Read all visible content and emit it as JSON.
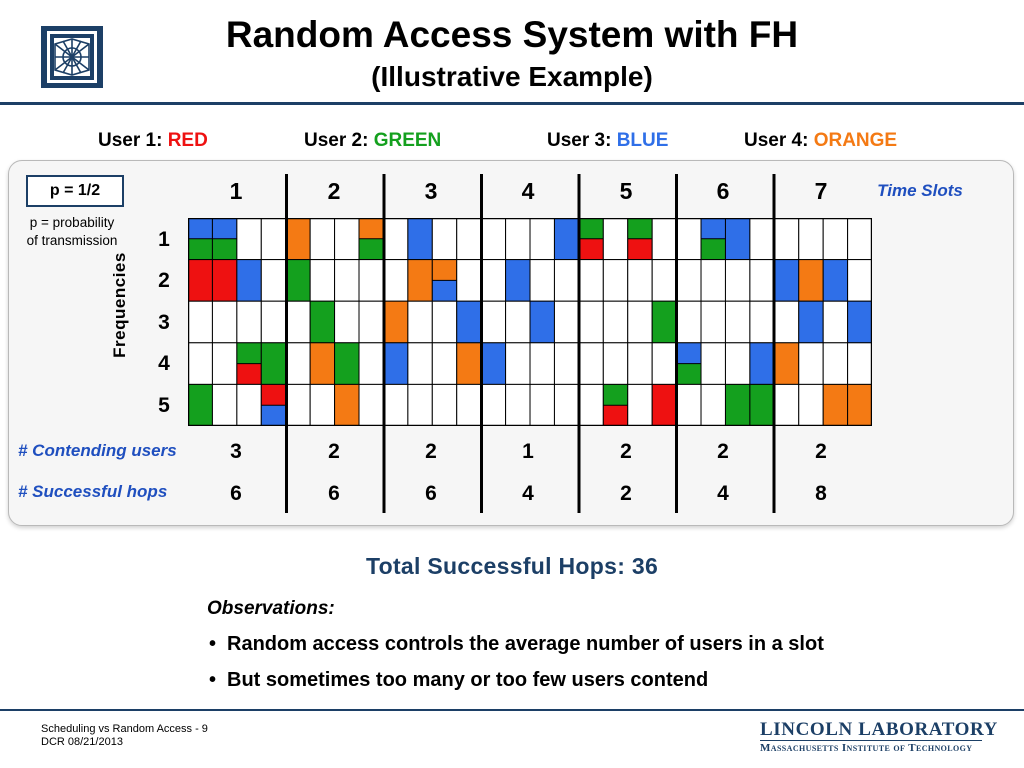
{
  "header": {
    "title": "Random Access System with FH",
    "subtitle": "(Illustrative Example)"
  },
  "legend": [
    {
      "prefix": "User 1: ",
      "name": "RED",
      "color": "#ee1111"
    },
    {
      "prefix": "User 2: ",
      "name": "GREEN",
      "color": "#14a01e"
    },
    {
      "prefix": "User 3: ",
      "name": "BLUE",
      "color": "#2f6fe8"
    },
    {
      "prefix": "User 4: ",
      "name": "ORANGE",
      "color": "#f47a14"
    }
  ],
  "panel": {
    "p_label": "p = 1/2",
    "p_desc_line1": "p = probability",
    "p_desc_line2": "of transmission",
    "freq_axis_label": "Frequencies",
    "time_axis_label": "Time Slots",
    "slots": [
      "1",
      "2",
      "3",
      "4",
      "5",
      "6",
      "7"
    ],
    "frequencies": [
      "1",
      "2",
      "3",
      "4",
      "5"
    ],
    "contending_label": "# Contending users",
    "contending": [
      "3",
      "2",
      "2",
      "1",
      "2",
      "2",
      "2"
    ],
    "successful_label": "# Successful hops",
    "successful": [
      "6",
      "6",
      "6",
      "4",
      "2",
      "4",
      "8"
    ]
  },
  "grid": {
    "columns": 28,
    "rows": 5,
    "cell_colors": {
      "R": "#ee1111",
      "G": "#14a01e",
      "B": "#2f6fe8",
      "O": "#f47a14"
    },
    "cells": [
      [
        "B/G",
        "B/G",
        "",
        "",
        "O",
        "",
        "",
        "O/G",
        "",
        "B",
        "",
        "",
        "",
        "",
        "",
        "B",
        "G/R",
        "",
        "G/R",
        "",
        "",
        "B/G",
        "B",
        "",
        "",
        "",
        "",
        ""
      ],
      [
        "R",
        "R",
        "B",
        "",
        "G",
        "",
        "",
        "",
        "",
        "O",
        "O/B",
        "",
        "",
        "B",
        "",
        "",
        "",
        "",
        "",
        "",
        "",
        "",
        "",
        "",
        "B",
        "O",
        "B",
        ""
      ],
      [
        "",
        "",
        "",
        "",
        "",
        "G",
        "",
        "",
        "O",
        "",
        "",
        "B",
        "",
        "",
        "B",
        "",
        "",
        "",
        "",
        "G",
        "",
        "",
        "",
        "",
        "",
        "B",
        "",
        "B"
      ],
      [
        "",
        "",
        "G/R",
        "G",
        "",
        "O",
        "G",
        "",
        "B",
        "",
        "",
        "O",
        "B",
        "",
        "",
        "",
        "",
        "",
        "",
        "",
        "B/G",
        "",
        "",
        "B",
        "O",
        "",
        "",
        ""
      ],
      [
        "G",
        "",
        "",
        "R/B",
        "",
        "",
        "O",
        "",
        "",
        "",
        "",
        "",
        "",
        "",
        "",
        "",
        "",
        "G/R",
        "",
        "R",
        "",
        "",
        "G",
        "G",
        "",
        "",
        "O",
        "O"
      ]
    ]
  },
  "summary": {
    "total": "Total Successful Hops: 36",
    "observations_title": "Observations:",
    "bullet_char": "•",
    "observations": [
      "Random access controls the average number of users in a slot",
      "But sometimes too many or too few users contend"
    ]
  },
  "footer": {
    "line1": "Scheduling vs Random Access - 9",
    "line2": "DCR  08/21/2013",
    "lab_name": "LINCOLN LABORATORY",
    "lab_institute": "Massachusetts Institute of Technology"
  },
  "colors": {
    "navy": "#1c3f66",
    "accent_blue": "#1f4fbf"
  }
}
